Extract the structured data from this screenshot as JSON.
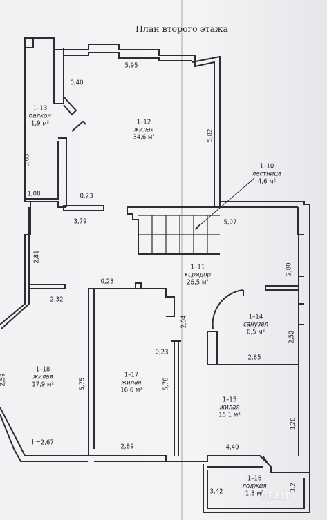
{
  "title": "План второго этажа",
  "watermark": "REALT",
  "rooms": {
    "balcony": {
      "id": "1–13",
      "name": "балкон",
      "area": "1,9 м²"
    },
    "room_1_12": {
      "id": "1–12",
      "name": "жилая",
      "area": "34,6 м²"
    },
    "stairs": {
      "id": "1–10",
      "name": "лестница",
      "area": "4,6 м²"
    },
    "corridor": {
      "id": "1–11",
      "name": "коридор",
      "area": "26,5 м²"
    },
    "bathroom": {
      "id": "1–14",
      "name": "санузел",
      "area": "6,5 м²"
    },
    "room_1_18": {
      "id": "1–18",
      "name": "жилая",
      "area": "17,9 м²"
    },
    "room_1_17": {
      "id": "1–17",
      "name": "жилая",
      "area": "16,6 м²"
    },
    "room_1_15": {
      "id": "1–15",
      "name": "жилая",
      "area": "15,1 м²"
    },
    "loggia": {
      "id": "1–16",
      "name": "лоджия",
      "area": "1,8 м²"
    }
  },
  "dimensions": {
    "d_0_40": "0,40",
    "d_5_95": "5,95",
    "d_5_82": "5,82",
    "d_5_63": "5,63",
    "d_1_08": "1,08",
    "d_0_23_a": "0,23",
    "d_3_79": "3,79",
    "d_5_97": "5,97",
    "d_2_81": "2,81",
    "d_2_80": "2,80",
    "d_0_23_b": "0,23",
    "d_2_32": "2,32",
    "d_2_04": "2,04",
    "d_2_52": "2,52",
    "d_0_23_c": "0,23",
    "d_2_85": "2,85",
    "d_5_75": "5,75",
    "d_5_78": "5,78",
    "d_2_59": "2,59",
    "d_3_20": "3,20",
    "d_h": "h=2,67",
    "d_2_89": "2,89",
    "d_4_49": "4,49",
    "d_3_42": "3,42",
    "d_3_2": "3,2"
  }
}
